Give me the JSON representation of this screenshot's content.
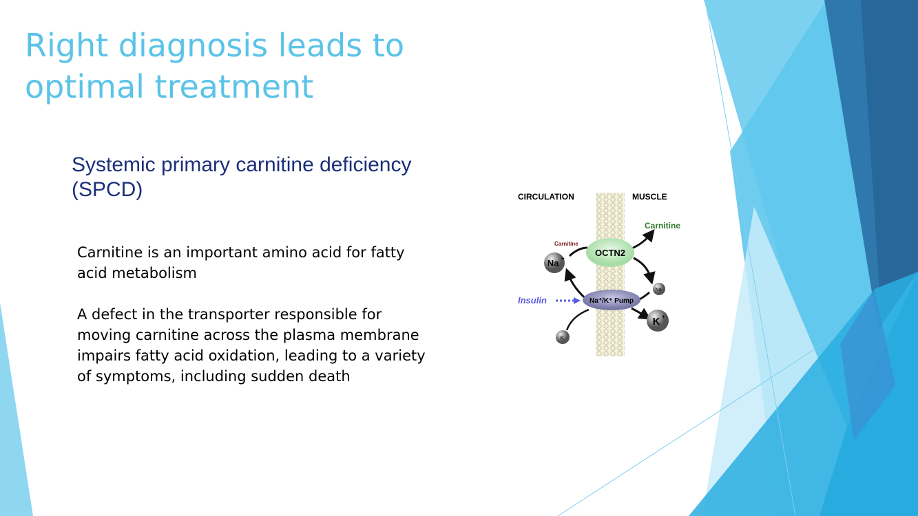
{
  "slide": {
    "title_line1": "Right diagnosis leads to",
    "title_line2": "optimal treatment",
    "subtitle_line1": "Systemic primary carnitine deficiency",
    "subtitle_line2": "(SPCD)",
    "paragraphs": [
      "Carnitine is an important amino acid for fatty acid metabolism",
      "A defect in the transporter responsible for moving carnitine across the plasma membrane impairs fatty acid oxidation, leading to a variety of symptoms, including sudden death"
    ]
  },
  "diagram": {
    "circulation": "CIRCULATION",
    "muscle": "MUSCLE",
    "carnitine_out": "Carnitine",
    "carnitine_in": "Carnitine",
    "octn2": "OCTN2",
    "na": "Na",
    "k": "K",
    "plus": "+",
    "pump": "Na⁺/K⁺ Pump",
    "insulin": "Insulin"
  },
  "colors": {
    "title": "#5bc3e8",
    "subtitle": "#1b2f7a",
    "dark_blue": "#2a6b9e",
    "cyan": "#21a9dc"
  }
}
